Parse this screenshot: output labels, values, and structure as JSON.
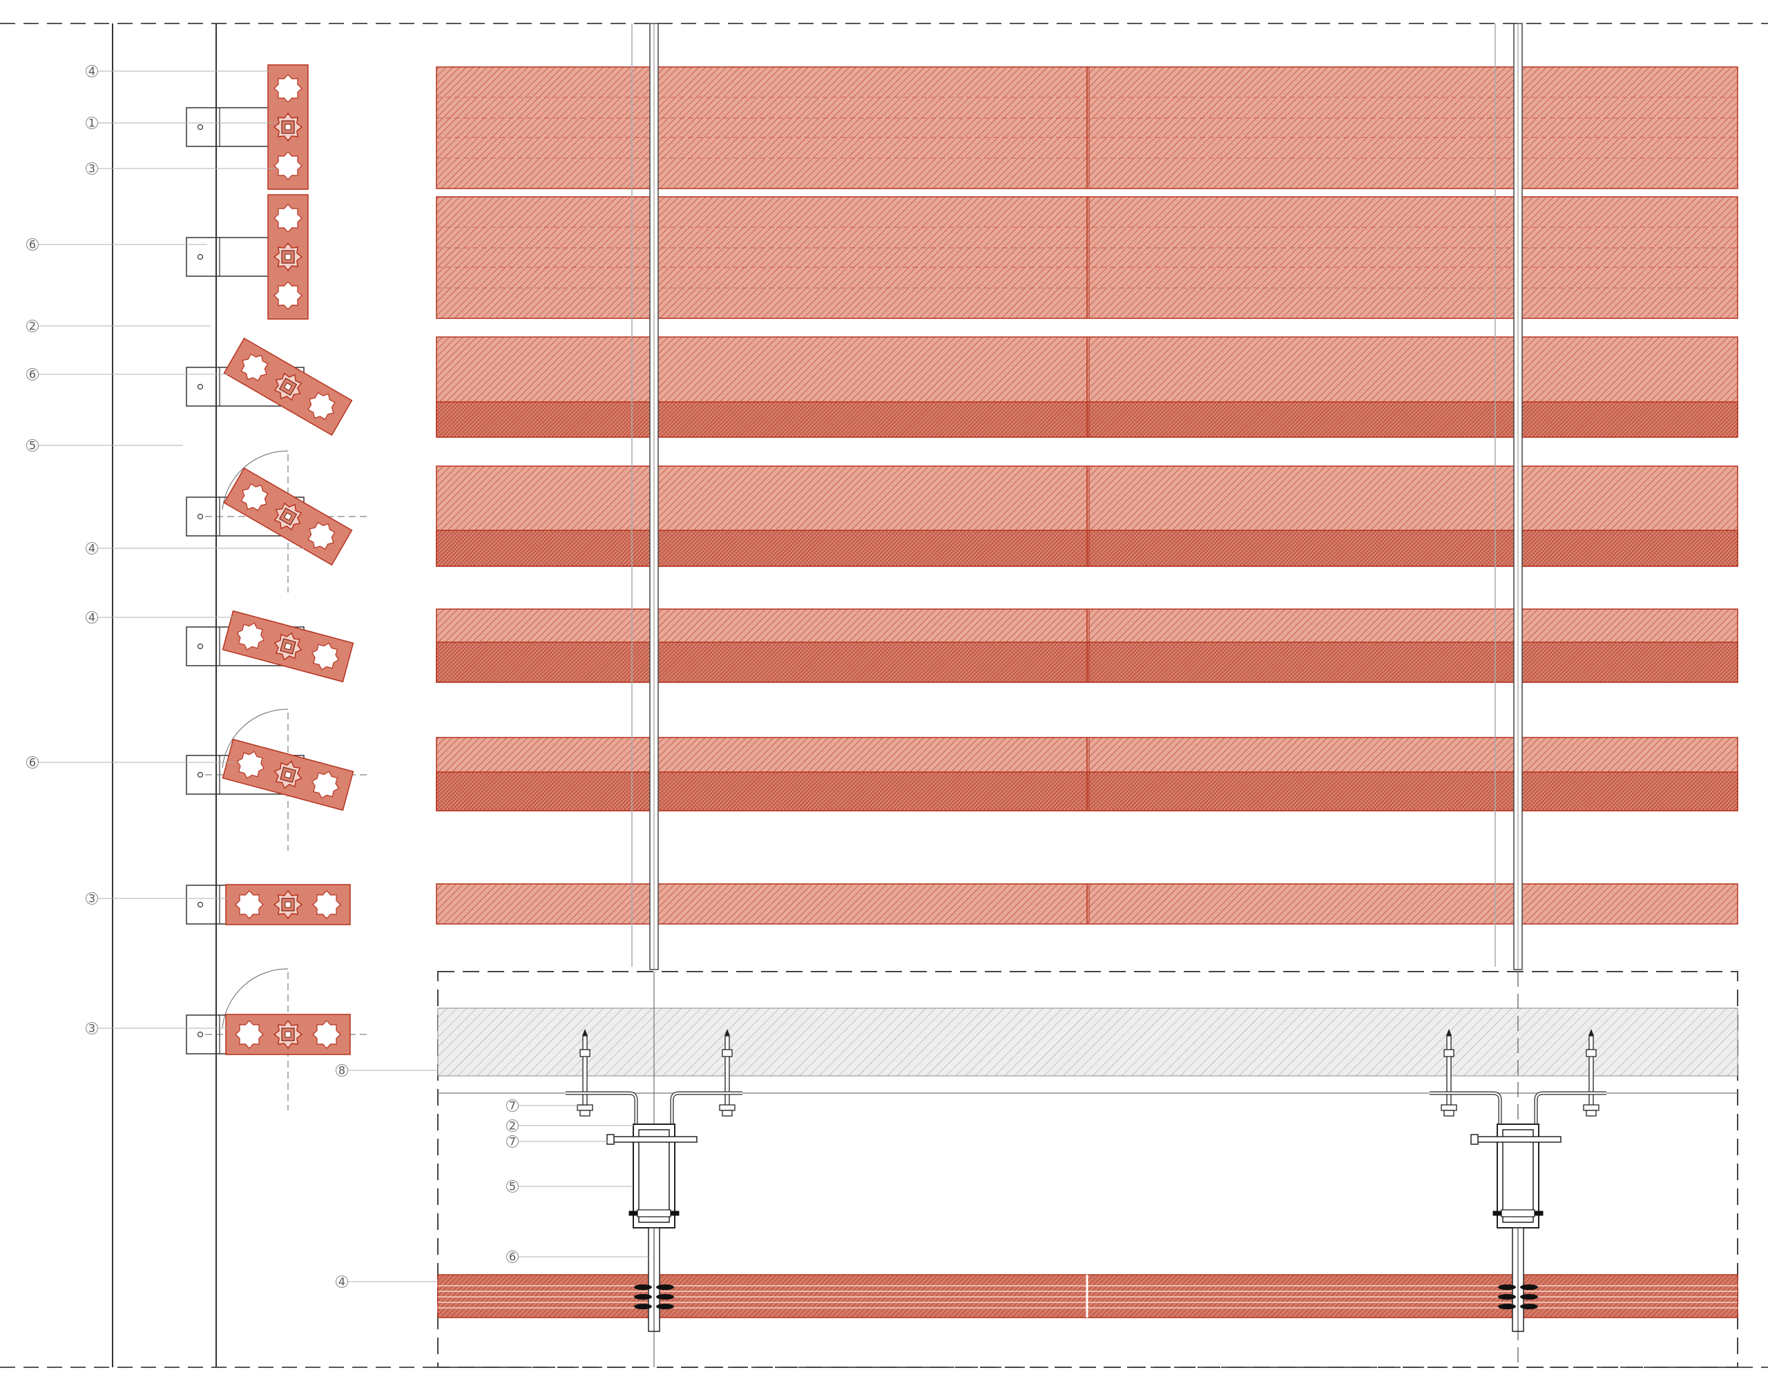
{
  "drawing": {
    "colors": {
      "slat_fill": "#d9826f",
      "slat_stroke": "#b5321f",
      "hatch": "#b83a28",
      "line": "#333333",
      "grey": "#999999",
      "concrete_hatch": "#9a9a9a",
      "leader": "#b0b0b0"
    },
    "section_tags": [
      {
        "label": "4"
      },
      {
        "label": "1"
      },
      {
        "label": "3"
      },
      {
        "label": "6"
      },
      {
        "label": "2"
      },
      {
        "label": "6"
      },
      {
        "label": "5"
      },
      {
        "label": "4"
      },
      {
        "label": "4"
      },
      {
        "label": "6"
      },
      {
        "label": "3"
      },
      {
        "label": "3"
      }
    ],
    "detail_tags": [
      {
        "label": "8"
      },
      {
        "label": "7"
      },
      {
        "label": "2"
      },
      {
        "label": "7"
      },
      {
        "label": "5"
      },
      {
        "label": "6"
      },
      {
        "label": "4"
      }
    ],
    "icons": [
      "star-cutout-icon",
      "pivot-hub-icon",
      "anchor-bolt-icon",
      "rotation-arc-icon"
    ]
  }
}
